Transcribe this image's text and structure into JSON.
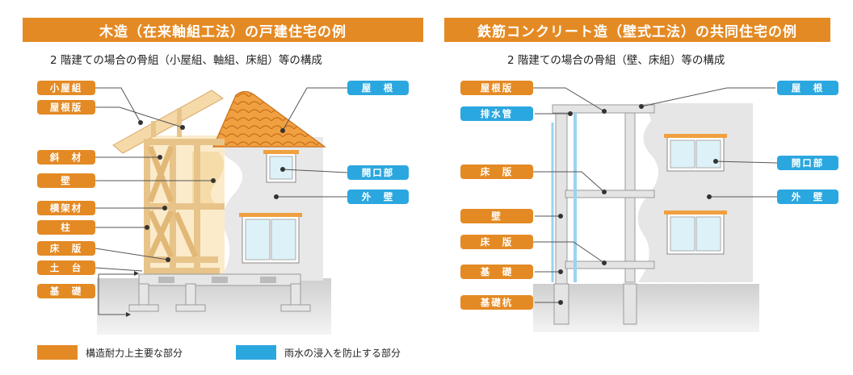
{
  "left": {
    "title": "木造（在来軸組工法）の戸建住宅の例",
    "subtitle": "2 階建ての場合の骨組（小屋組、軸組、床組）等の構成",
    "orange_labels": [
      "小屋組",
      "屋根版",
      "斜　材",
      "壁",
      "横架材",
      "柱",
      "床　版",
      "土　台",
      "基　礎"
    ],
    "blue_labels": [
      "屋　根",
      "開口部",
      "外　壁"
    ]
  },
  "right": {
    "title": "鉄筋コンクリート造（壁式工法）の共同住宅の例",
    "subtitle": "2 階建ての場合の骨組（壁、床組）等の構成",
    "orange_labels": [
      "屋根版",
      "床　版",
      "壁",
      "床　版",
      "基　礎",
      "基礎杭"
    ],
    "blue_labels": [
      "排水管",
      "屋　根",
      "開口部",
      "外　壁"
    ]
  },
  "legend": {
    "orange_label": "構造耐力上主要な部分",
    "blue_label": "雨水の浸入を防止する部分"
  },
  "colors": {
    "structural": "#E48A24",
    "rain": "#2BA7DF",
    "wall": "#E6E6E6",
    "timber": "#F5D9A8",
    "ground": "#D6D6D6"
  }
}
